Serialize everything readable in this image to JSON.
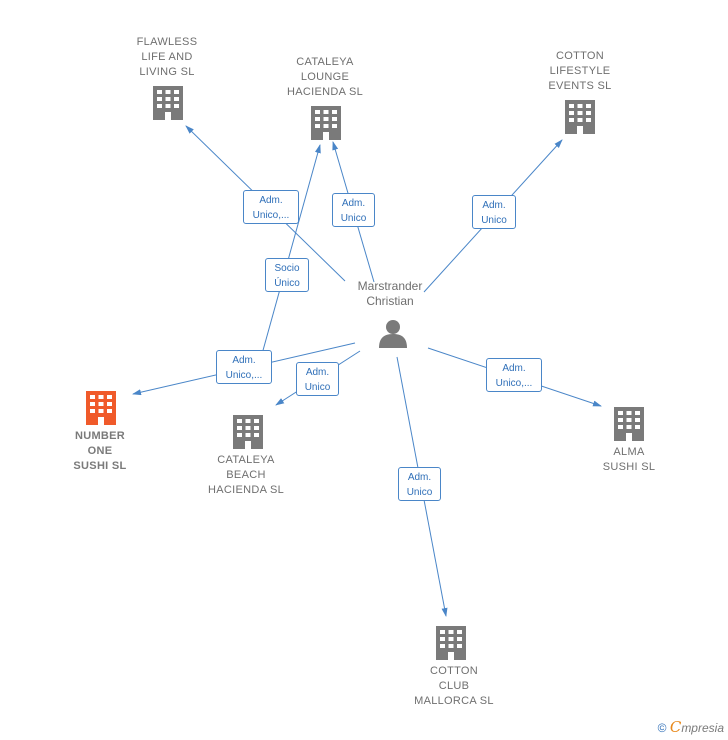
{
  "center": {
    "name": "Marstrander\nChristian"
  },
  "companies": [
    {
      "id": "flawless",
      "name": "FLAWLESS\nLIFE AND\nLIVING  SL",
      "color": "#7a7a7a"
    },
    {
      "id": "cataleya_lounge",
      "name": "CATALEYA\nLOUNGE\nHACIENDA  SL",
      "color": "#7a7a7a"
    },
    {
      "id": "cotton_lifestyle",
      "name": "COTTON\nLIFESTYLE\nEVENTS  SL",
      "color": "#7a7a7a"
    },
    {
      "id": "number_one",
      "name": "NUMBER\nONE\nSUSHI  SL",
      "color": "#f05a2a"
    },
    {
      "id": "cataleya_beach",
      "name": "CATALEYA\nBEACH\nHACIENDA  SL",
      "color": "#7a7a7a"
    },
    {
      "id": "alma",
      "name": "ALMA\nSUSHI  SL",
      "color": "#7a7a7a"
    },
    {
      "id": "cotton_club",
      "name": "COTTON\nCLUB\nMALLORCA  SL",
      "color": "#7a7a7a"
    }
  ],
  "relations": [
    {
      "label": "Adm.\nUnico,...",
      "target": "flawless"
    },
    {
      "label": "Adm.\nUnico",
      "target": "cataleya_lounge"
    },
    {
      "label": "Socio\nÚnico",
      "target": "cataleya_lounge"
    },
    {
      "label": "Adm.\nUnico",
      "target": "cotton_lifestyle"
    },
    {
      "label": "Adm.\nUnico,...",
      "target": "number_one"
    },
    {
      "label": "Adm.\nUnico",
      "target": "cataleya_beach"
    },
    {
      "label": "Adm.\nUnico,...",
      "target": "alma"
    },
    {
      "label": "Adm.\nUnico",
      "target": "cotton_club"
    }
  ],
  "colors": {
    "edge": "#4a86c8",
    "node": "#7a7a7a",
    "highlight": "#f05a2a"
  },
  "footer": {
    "copyright": "©",
    "brand_initial": "C",
    "brand_rest": "mpresia"
  }
}
